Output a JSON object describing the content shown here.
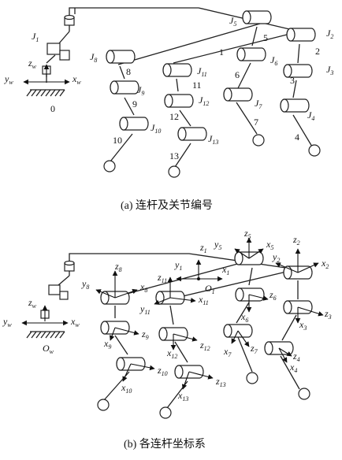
{
  "panel_a": {
    "caption": "(a) 连杆及关节编号",
    "base_link": "0",
    "base_joint": "J",
    "base_joint_sub": "1",
    "zw": "z",
    "zw_sub": "w",
    "yw": "y",
    "yw_sub": "w",
    "xw": "x",
    "xw_sub": "w",
    "joints": [
      {
        "t": "J",
        "s": "2"
      },
      {
        "t": "J",
        "s": "3"
      },
      {
        "t": "J",
        "s": "4"
      },
      {
        "t": "J",
        "s": "5"
      },
      {
        "t": "J",
        "s": "6"
      },
      {
        "t": "J",
        "s": "7"
      },
      {
        "t": "J",
        "s": "8"
      },
      {
        "t": "J",
        "s": "9"
      },
      {
        "t": "J",
        "s": "10"
      },
      {
        "t": "J",
        "s": "11"
      },
      {
        "t": "J",
        "s": "12"
      },
      {
        "t": "J",
        "s": "13"
      }
    ],
    "links": [
      "1",
      "2",
      "3",
      "4",
      "5",
      "6",
      "7",
      "8",
      "9",
      "10",
      "11",
      "12",
      "13"
    ]
  },
  "panel_b": {
    "caption": "(b) 各连杆坐标系",
    "origin_w": "O",
    "origin_w_sub": "w",
    "origin_1": "O",
    "origin_1_sub": "1",
    "zw": "z",
    "zw_sub": "w",
    "yw": "y",
    "yw_sub": "w",
    "xw": "x",
    "xw_sub": "w",
    "frame_labels": [
      {
        "t": "z",
        "s": "1"
      },
      {
        "t": "y",
        "s": "1"
      },
      {
        "t": "x",
        "s": "1"
      },
      {
        "t": "z",
        "s": "5"
      },
      {
        "t": "y",
        "s": "5"
      },
      {
        "t": "x",
        "s": "5"
      },
      {
        "t": "z",
        "s": "2"
      },
      {
        "t": "y",
        "s": "2"
      },
      {
        "t": "x",
        "s": "2"
      },
      {
        "t": "z",
        "s": "3"
      },
      {
        "t": "x",
        "s": "3"
      },
      {
        "t": "z",
        "s": "4"
      },
      {
        "t": "x",
        "s": "4"
      },
      {
        "t": "z",
        "s": "6"
      },
      {
        "t": "x",
        "s": "6"
      },
      {
        "t": "z",
        "s": "7"
      },
      {
        "t": "x",
        "s": "7"
      },
      {
        "t": "z",
        "s": "8"
      },
      {
        "t": "y",
        "s": "8"
      },
      {
        "t": "x",
        "s": "8"
      },
      {
        "t": "z",
        "s": "9"
      },
      {
        "t": "x",
        "s": "9"
      },
      {
        "t": "z",
        "s": "10"
      },
      {
        "t": "x",
        "s": "10"
      },
      {
        "t": "z",
        "s": "11"
      },
      {
        "t": "y",
        "s": "11"
      },
      {
        "t": "x",
        "s": "11"
      },
      {
        "t": "z",
        "s": "12"
      },
      {
        "t": "x",
        "s": "12"
      },
      {
        "t": "z",
        "s": "13"
      },
      {
        "t": "x",
        "s": "13"
      }
    ]
  }
}
